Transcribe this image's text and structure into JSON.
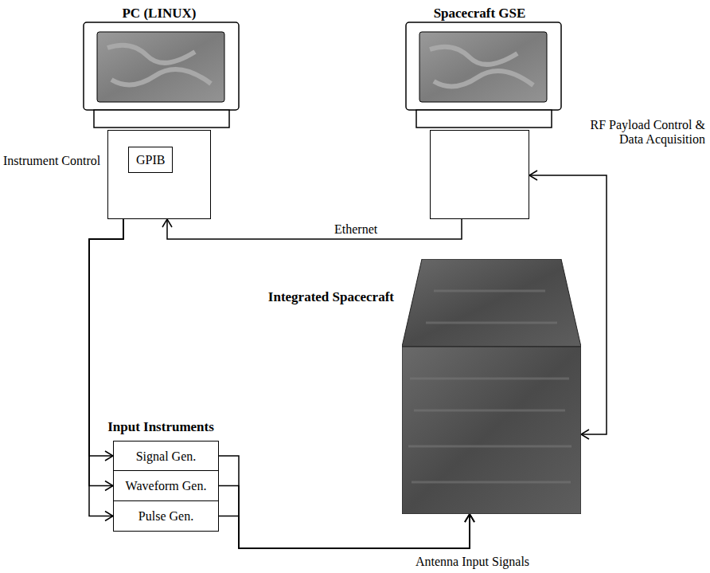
{
  "diagram": {
    "nodes": [
      {
        "text": [
          "PC (LINUX)"
        ]
      },
      {
        "text": [
          "GPIB"
        ],
        "in": 0
      },
      {
        "text": [
          "Spacecraft GSE"
        ]
      },
      {
        "text": [
          "Integrated Spacecraft"
        ]
      },
      {
        "text": [
          "Input Instruments"
        ]
      },
      {
        "text": [
          "Signal Gen."
        ],
        "in": 4
      },
      {
        "text": [
          "Waveform Gen."
        ],
        "in": 4
      },
      {
        "text": [
          "Pulse Gen."
        ],
        "in": 4
      }
    ],
    "edges": [
      {
        "from": 2,
        "to": 0,
        "label": "Ethernet",
        "arrow": "to"
      },
      {
        "from": 0,
        "to": 5,
        "label": "Instrument Control",
        "arrow": "to"
      },
      {
        "from": 0,
        "to": 6,
        "arrow": "to"
      },
      {
        "from": 0,
        "to": 7,
        "arrow": "to"
      },
      {
        "from": 5,
        "to": 3,
        "label": "Antenna Input Signals",
        "arrow": "to"
      },
      {
        "from": 6,
        "to": 3,
        "arrow": "to"
      },
      {
        "from": 7,
        "to": 3,
        "arrow": "to"
      },
      {
        "from": 2,
        "to": 3,
        "label": "RF Payload Control & Data Acquisition",
        "arrow": "both"
      }
    ]
  }
}
